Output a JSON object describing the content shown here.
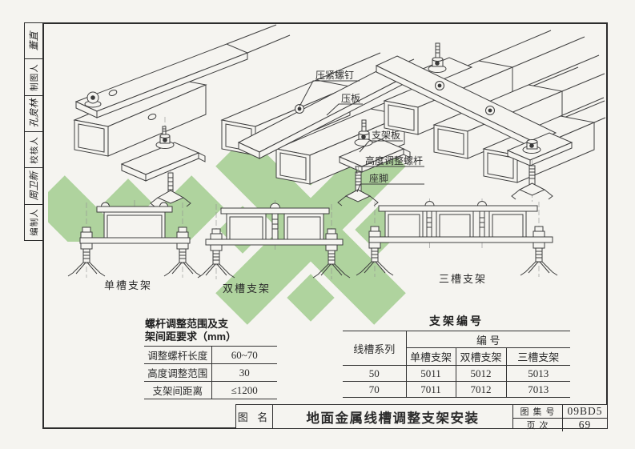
{
  "colors": {
    "green": "#afd39e"
  },
  "sidebar": {
    "entries": [
      {
        "text": "董直"
      },
      {
        "text": "制图人"
      },
      {
        "text": "孔炱林"
      },
      {
        "text": "校核人"
      },
      {
        "text": "周卫新"
      },
      {
        "text": "编制人"
      }
    ]
  },
  "annotations": {
    "press_screw": "压紧螺钉",
    "press_plate": "压板",
    "bracket_plate": "支架板",
    "height_rod": "高度调整螺杆",
    "seat_foot": "座脚"
  },
  "captions": {
    "single": "单槽支架",
    "double": "双槽支架",
    "triple": "三槽支架"
  },
  "left_table": {
    "title_line1": "螺杆调整范围及支",
    "title_line2": "架间距要求（mm）",
    "rows": [
      [
        "调整螺杆长度",
        "60~70"
      ],
      [
        "高度调整范围",
        "30"
      ],
      [
        "支架间距离",
        "≤1200"
      ]
    ]
  },
  "right_table": {
    "title": "支架编号",
    "col1_header": "线槽系列",
    "group_header": "编 号",
    "sub_headers": [
      "单槽支架",
      "双槽支架",
      "三槽支架"
    ],
    "rows": [
      [
        "50",
        "5011",
        "5012",
        "5013"
      ],
      [
        "70",
        "7011",
        "7012",
        "7013"
      ]
    ]
  },
  "title_block": {
    "name_label": "图 名",
    "drawing_title": "地面金属线槽调整支架安装",
    "atlas_label": "图 集 号",
    "atlas_value": "09BD5",
    "page_label": "页 次",
    "page_value": "69"
  }
}
